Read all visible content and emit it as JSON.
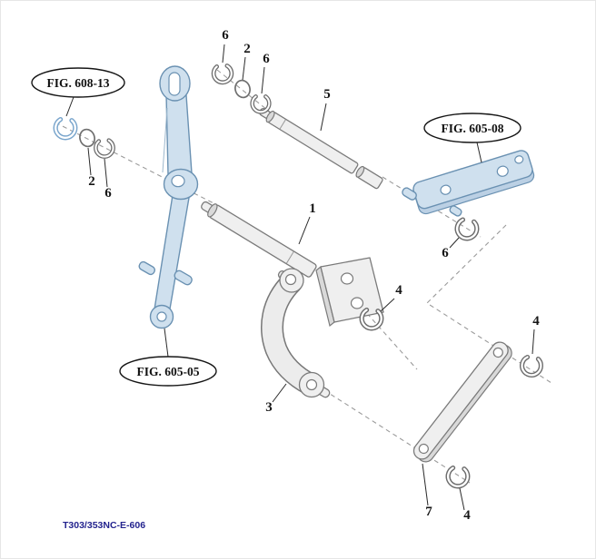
{
  "diagram": {
    "drawing_code": "T303/353NC-E-606",
    "fig_refs": {
      "top_left": "FIG. 608-13",
      "right": "FIG. 605-08",
      "bottom_left": "FIG. 605-05"
    },
    "callouts": {
      "snap_ring_top_a": "6",
      "washer_top": "2",
      "snap_ring_top_b": "6",
      "pivot_shaft": "5",
      "washer_left": "2",
      "snap_ring_left": "6",
      "main_shaft": "1",
      "snap_ring_plate": "6",
      "snap_ring_mid": "4",
      "snap_ring_far_right": "4",
      "link_bracket": "3",
      "flat_link": "7",
      "snap_ring_bottom": "4"
    },
    "colors": {
      "referenced_part_fill": "#cfe0ee",
      "referenced_part_stroke": "#6a91b2",
      "neutral_part_fill": "#efefef",
      "neutral_part_stroke": "#7a7a7a",
      "drawing_code_text": "#23238e"
    }
  }
}
